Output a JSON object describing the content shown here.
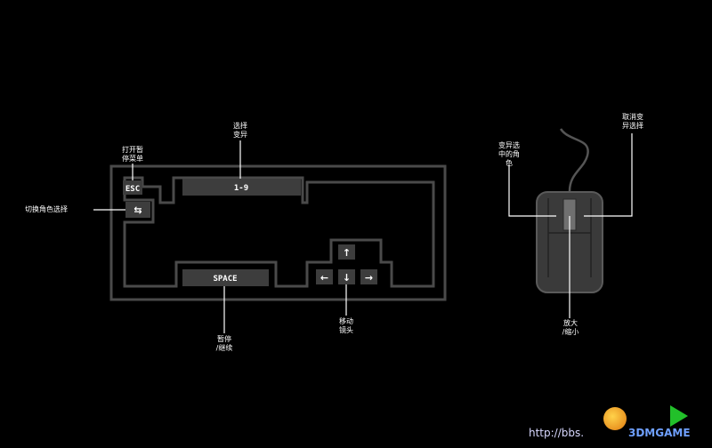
{
  "keys": {
    "esc": "ESC",
    "swap": "⇆",
    "numbers": "1-9",
    "space": "SPACE",
    "up": "↑",
    "left": "←",
    "down": "↓",
    "right": "→"
  },
  "labels": {
    "pause_menu": [
      "打开暂",
      "停菜单"
    ],
    "switch_character": "切换角色选择",
    "select_mutation": [
      "选择",
      "变异"
    ],
    "pause_resume": [
      "暂停",
      "/继续"
    ],
    "move_camera": [
      "移动",
      "镜头"
    ],
    "select_mutation_char": [
      "变异选",
      "中的角",
      "色"
    ],
    "cancel_mutation": [
      "取消变",
      "异选择"
    ],
    "zoom": [
      "放大",
      "/缩小"
    ]
  },
  "watermark": {
    "url": "http://bbs.",
    "brand": "3DMGAME"
  },
  "colors": {
    "background": "#000000",
    "outline": "#4a4a4a",
    "key_fill": "#3d3d3d",
    "line": "#ffffff",
    "mouse_body": "#3a3a3a",
    "mouse_outline": "#5a5a5a"
  }
}
